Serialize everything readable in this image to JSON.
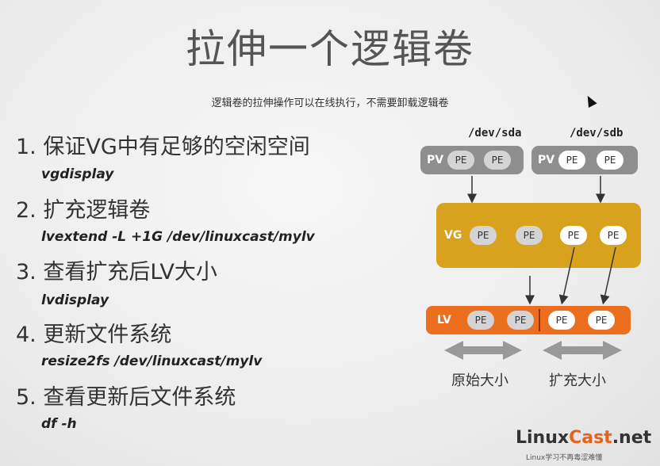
{
  "slide": {
    "title": "拉伸一个逻辑卷",
    "subtitle": "逻辑卷的拉伸操作可以在线执行，不需要卸载逻辑卷"
  },
  "steps": [
    {
      "label": "1. 保证VG中有足够的空闲空间",
      "command": "vgdisplay"
    },
    {
      "label": "2. 扩充逻辑卷",
      "command": "lvextend -L +1G /dev/linuxcast/mylv"
    },
    {
      "label": "3. 查看扩充后LV大小",
      "command": "lvdisplay"
    },
    {
      "label": "4. 更新文件系统",
      "command": "resize2fs /dev/linuxcast/mylv"
    },
    {
      "label": "5. 查看更新后文件系统",
      "command": "df -h"
    }
  ],
  "diagram": {
    "disk1": "/dev/sda",
    "disk2": "/dev/sdb",
    "pv_label": "PV",
    "vg_label": "VG",
    "lv_label": "LV",
    "pe_label": "PE",
    "original_size": "原始大小",
    "extended_size": "扩充大小",
    "colors": {
      "pv": "#8e8e8e",
      "vg": "#d8a21f",
      "lv": "#ec6f1f",
      "pe_used": "#d4d4d4",
      "pe_free": "#ffffff"
    }
  },
  "brand": {
    "name_main": "Linux",
    "name_accent": "Cast",
    "name_suffix": ".net",
    "tagline": "Linux学习不再毒涩难懂"
  }
}
